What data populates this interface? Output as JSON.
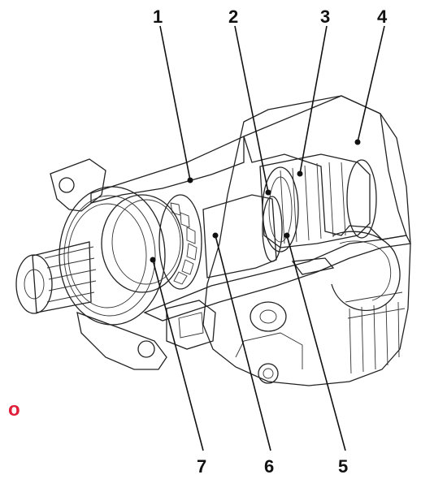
{
  "callouts": [
    {
      "id": "1",
      "label": "1"
    },
    {
      "id": "2",
      "label": "2"
    },
    {
      "id": "3",
      "label": "3"
    },
    {
      "id": "4",
      "label": "4"
    },
    {
      "id": "5",
      "label": "5"
    },
    {
      "id": "6",
      "label": "6"
    },
    {
      "id": "7",
      "label": "7"
    }
  ],
  "marker": {
    "label": "o",
    "color": "#e0203a"
  },
  "colors": {
    "cutaway_fill": "#a8a8a8",
    "cutaway_dark": "#8c8c8c",
    "line": "#222222",
    "body": "#ffffff"
  }
}
